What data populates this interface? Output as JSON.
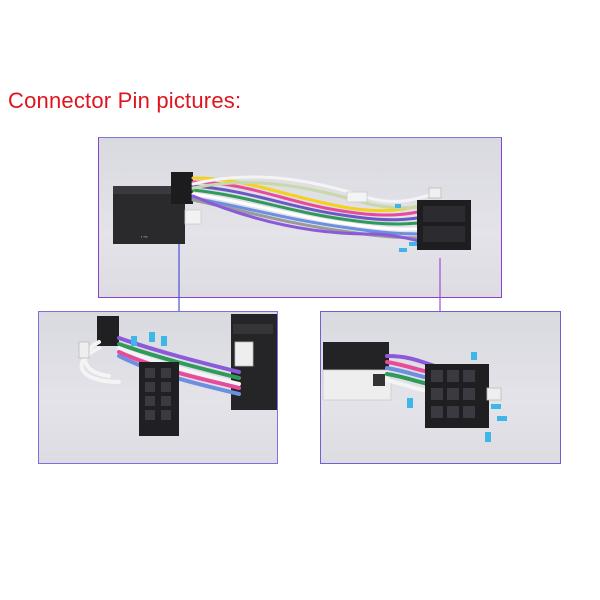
{
  "heading": {
    "text": "Connector Pin pictures:",
    "color": "#e0141e"
  },
  "images": [
    {
      "name": "harness-overview-photo"
    },
    {
      "name": "iso-connector-side-photo"
    },
    {
      "name": "iso-connector-front-photo"
    }
  ],
  "colors": {
    "panel_border": "#8f3fd0",
    "pointer_line_left": "#4a52d8",
    "pointer_line_right": "#a24ad8"
  }
}
